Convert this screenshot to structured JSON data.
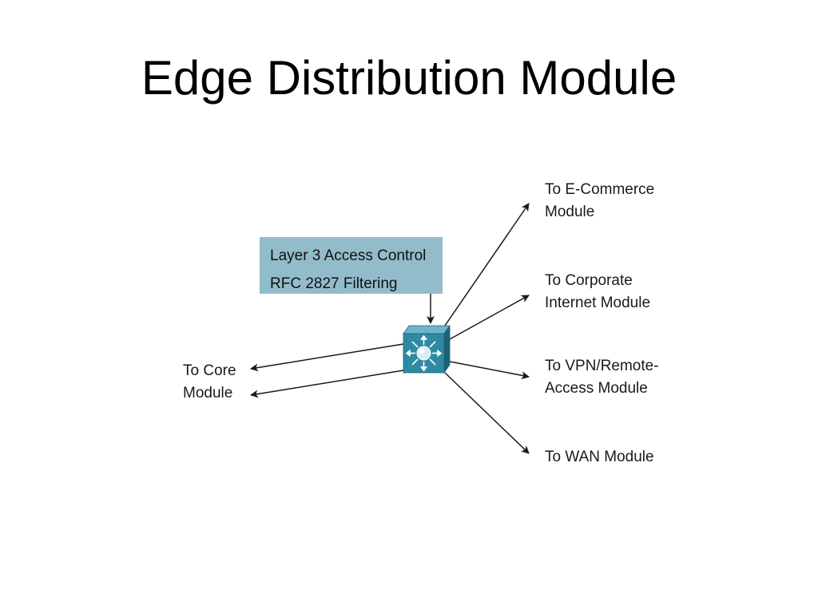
{
  "title": "Edge Distribution Module",
  "callout": {
    "lines": [
      "Layer 3 Access Control",
      "RFC 2827 Filtering"
    ]
  },
  "labels": {
    "core": [
      "To Core",
      "Module"
    ],
    "ecommerce": [
      "To E-Commerce",
      "Module"
    ],
    "corporate": [
      "To Corporate",
      "Internet Module"
    ],
    "vpn": [
      "To VPN/Remote-",
      "Access Module"
    ],
    "wan": [
      "To WAN Module"
    ]
  },
  "colors": {
    "callout_fill": "#93bccb",
    "switch_front": "#2e8aa3",
    "switch_top": "#6fb4c8",
    "switch_side": "#1d6177",
    "arrow": "#1a1a1a"
  },
  "icons": {
    "switch": "layer3-switch-icon"
  }
}
